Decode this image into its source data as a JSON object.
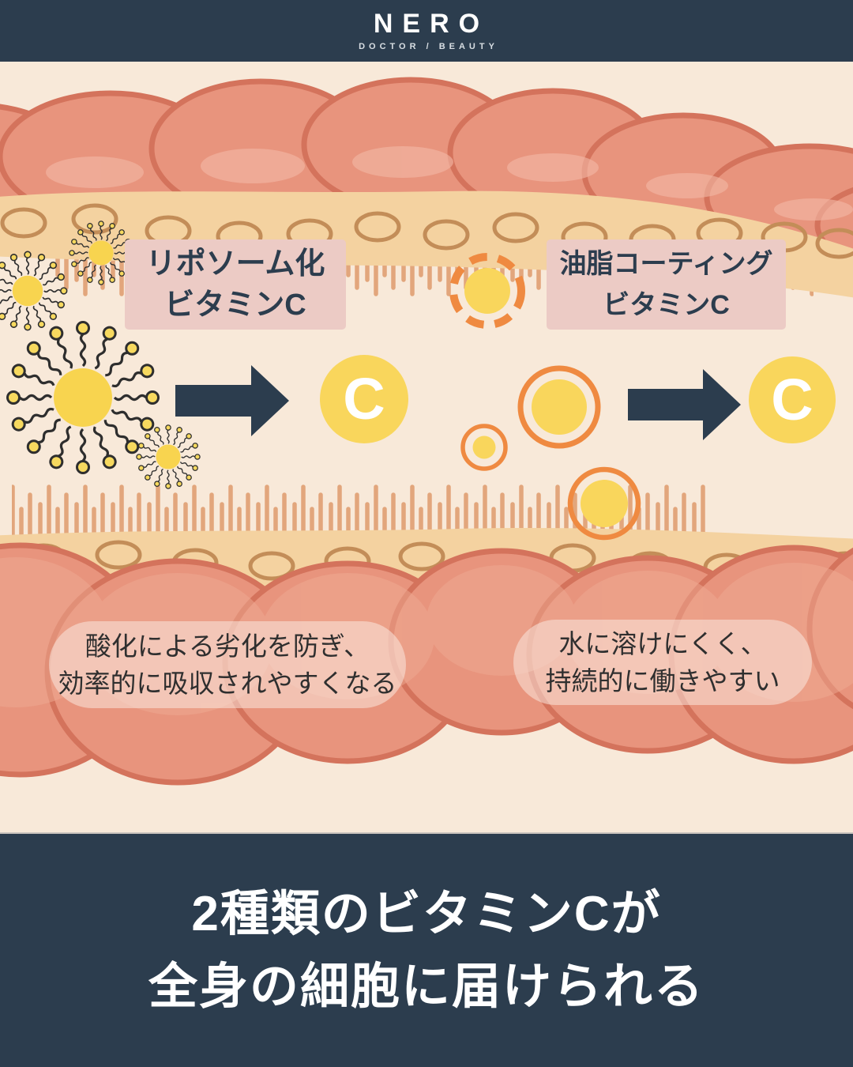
{
  "header": {
    "brand": "NERO",
    "tagline": "DOCTOR / BEAUTY"
  },
  "labels": {
    "left": {
      "line1": "リポソーム化",
      "line2": "ビタミンC"
    },
    "right": {
      "line1": "油脂コーティング",
      "line2": "ビタミンC"
    }
  },
  "symbols": {
    "vitamin_c": "C"
  },
  "captions": {
    "left": {
      "line1": "酸化による劣化を防ぎ、",
      "line2": "効率的に吸収されやすくなる"
    },
    "right": {
      "line1": "水に溶けにくく、",
      "line2": "持続的に働きやすい"
    }
  },
  "footer": {
    "line1": "2種類のビタミンCが",
    "line2": "全身の細胞に届けられる"
  },
  "colors": {
    "navy": "#2c3d4e",
    "cream": "#f8e9d9",
    "vitamin_yellow": "#f9d65c",
    "coating_orange": "#ef8a41",
    "label_pink": "#eccbc5",
    "intestine_salmon": "#e8947d",
    "mucosa_tan": "#f4d2a0"
  }
}
